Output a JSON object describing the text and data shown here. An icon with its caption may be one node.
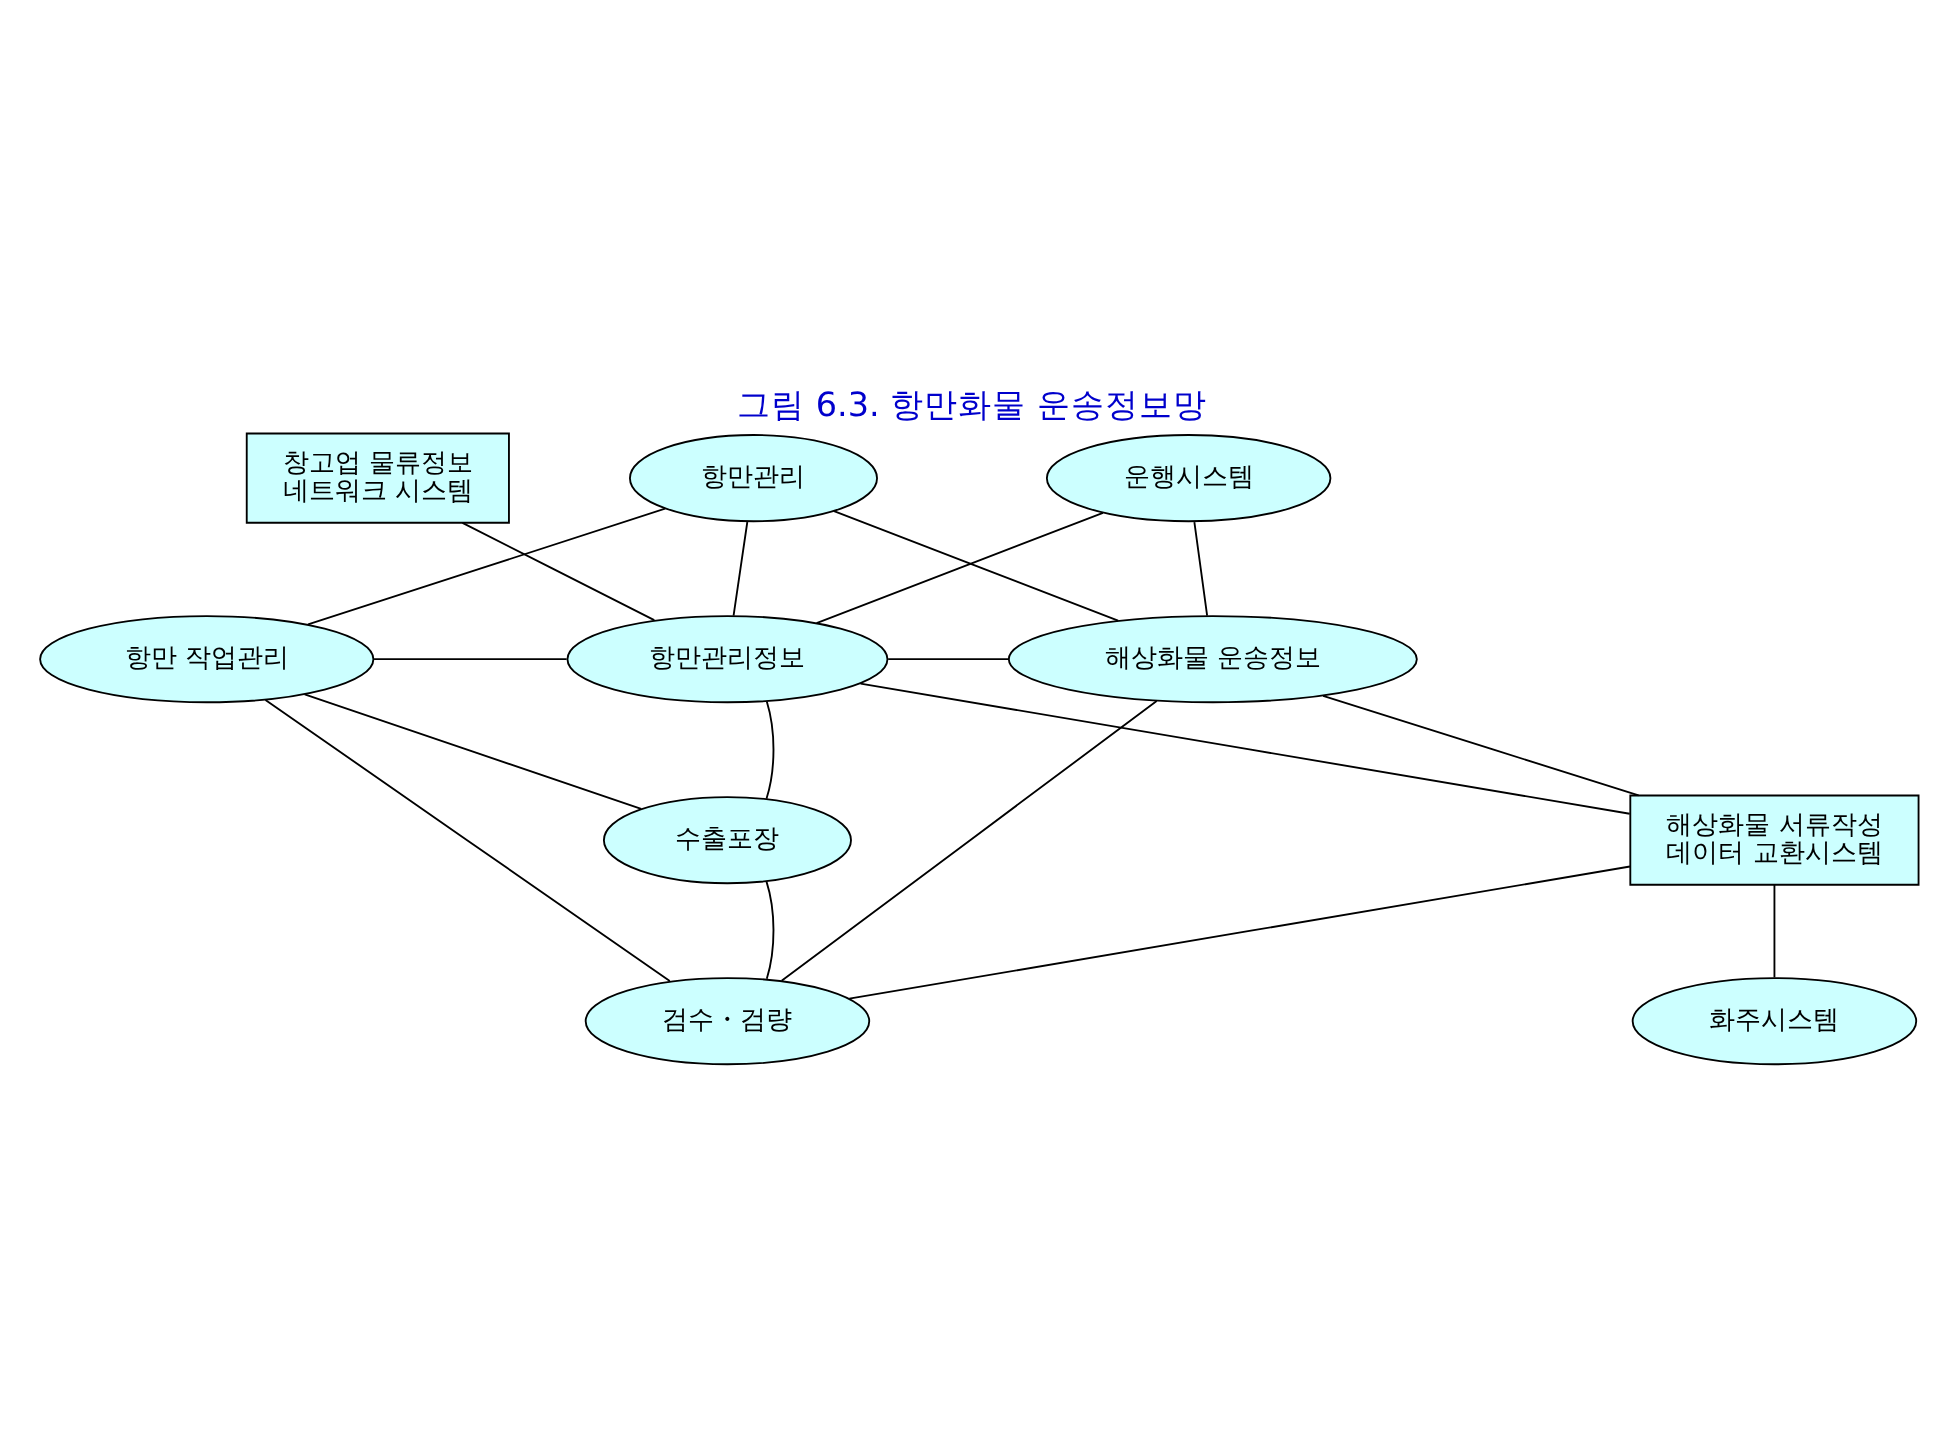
{
  "diagram": {
    "title": "그림 6.3. 항만화물 운송정보망",
    "nodes": [
      {
        "text": [
          "창고업 물류정보 네트워크 시스템"
        ]
      },
      {
        "text": [
          "항만관리"
        ]
      },
      {
        "text": [
          "운행시스템"
        ]
      },
      {
        "text": [
          "항만 작업관리"
        ]
      },
      {
        "text": [
          "항만관리정보"
        ]
      },
      {
        "text": [
          "해상화물 운송정보"
        ]
      },
      {
        "text": [
          "해상화물 서류작성 데이터 교환시스템"
        ]
      },
      {
        "text": [
          "수출포장"
        ]
      },
      {
        "text": [
          "검수・검량"
        ]
      },
      {
        "text": [
          "화주시스템"
        ]
      }
    ],
    "edges": [
      {
        "from": 0,
        "to": 4,
        "arrow": "none"
      },
      {
        "from": 1,
        "to": 3,
        "arrow": "none"
      },
      {
        "from": 1,
        "to": 4,
        "arrow": "none"
      },
      {
        "from": 1,
        "to": 5,
        "arrow": "none"
      },
      {
        "from": 2,
        "to": 4,
        "arrow": "none"
      },
      {
        "from": 2,
        "to": 5,
        "arrow": "none"
      },
      {
        "from": 3,
        "to": 4,
        "arrow": "none"
      },
      {
        "from": 4,
        "to": 5,
        "arrow": "none"
      },
      {
        "from": 4,
        "to": 6,
        "arrow": "none"
      },
      {
        "from": 5,
        "to": 6,
        "arrow": "none"
      },
      {
        "from": 3,
        "to": 7,
        "arrow": "none"
      },
      {
        "from": 3,
        "to": 8,
        "arrow": "none"
      },
      {
        "from": 4,
        "to": 7,
        "arrow": "none"
      },
      {
        "from": 7,
        "to": 8,
        "arrow": "none"
      },
      {
        "from": 5,
        "to": 8,
        "arrow": "none"
      },
      {
        "from": 6,
        "to": 8,
        "arrow": "none"
      },
      {
        "from": 6,
        "to": 9,
        "arrow": "none"
      }
    ]
  }
}
